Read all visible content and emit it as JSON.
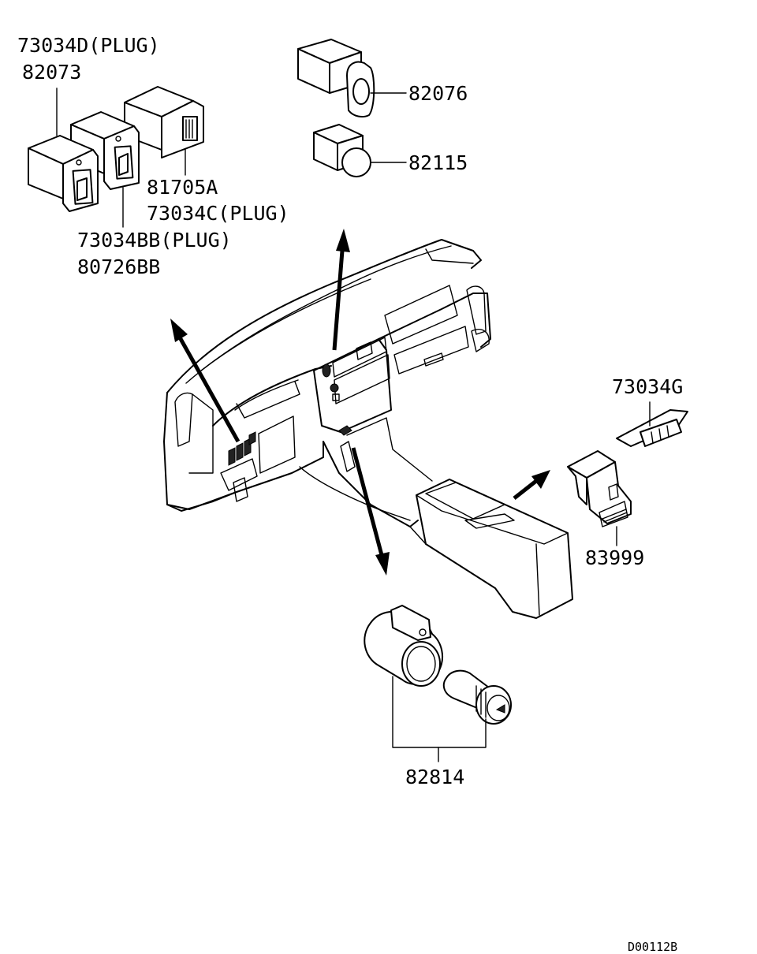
{
  "labels": {
    "l_73034d": "73034D(PLUG)",
    "l_82073": "82073",
    "l_82076": "82076",
    "l_82115": "82115",
    "l_81705a": "81705A",
    "l_73034c": "73034C(PLUG)",
    "l_73034bb": "73034BB(PLUG)",
    "l_80726bb": "80726BB",
    "l_73034g": "73034G",
    "l_83999": "83999",
    "l_82814": "82814"
  },
  "diagram_code": "D00112B"
}
